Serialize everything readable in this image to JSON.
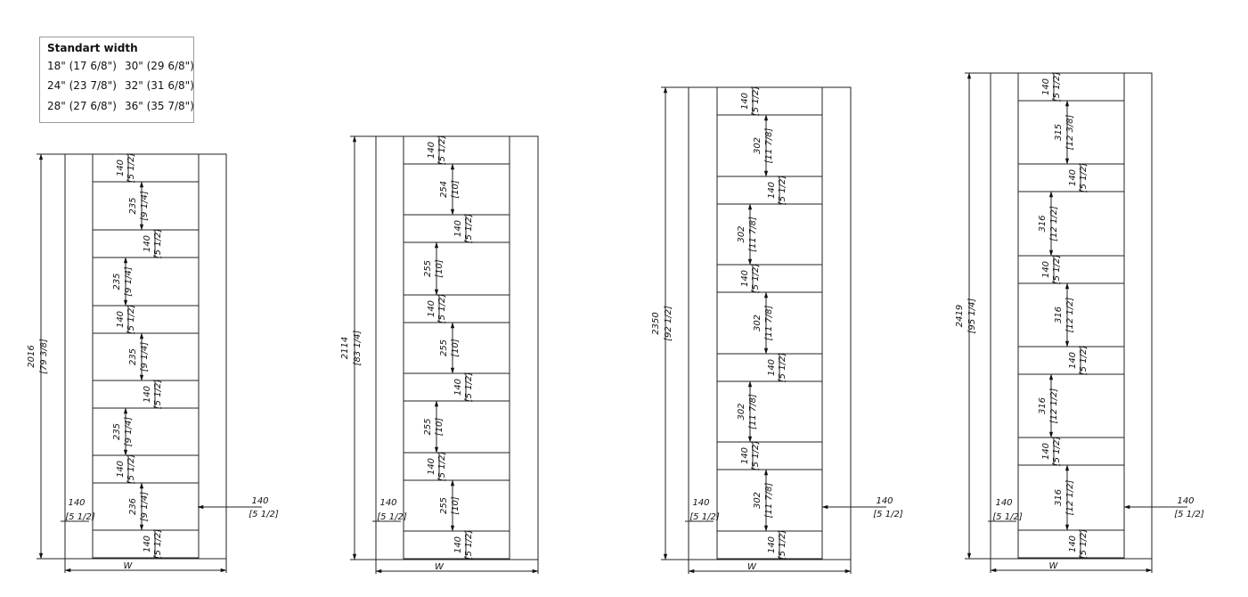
{
  "legend": {
    "title": "Standart width",
    "rows": [
      [
        "18\" (17 6/8\")",
        "30\" (29 6/8\")"
      ],
      [
        "24\" (23 7/8\")",
        "32\" (31 6/8\")"
      ],
      [
        "28\" (27 6/8\")",
        "36\" (35 7/8\")"
      ]
    ]
  },
  "width_label": "W",
  "elevations": [
    {
      "height_mm": "2016",
      "height_in": "[79 3/8]",
      "side_left_mm": "140",
      "side_left_in": "[5 1/2]",
      "side_right_mm": "140",
      "side_right_in": "[5 1/2]",
      "slats_mm": "140",
      "slats_in": "[5 1/2]",
      "gaps": [
        {
          "mm": "235",
          "in": "[9 1/4]"
        },
        {
          "mm": "235",
          "in": "[9 1/4]"
        },
        {
          "mm": "235",
          "in": "[9 1/4]"
        },
        {
          "mm": "235",
          "in": "[9 1/4]"
        },
        {
          "mm": "236",
          "in": "[9 1/4]"
        }
      ]
    },
    {
      "height_mm": "2114",
      "height_in": "[83 1/4]",
      "side_left_mm": "140",
      "side_left_in": "[5 1/2]",
      "slats_mm": "140",
      "slats_in": "[5 1/2]",
      "gaps": [
        {
          "mm": "254",
          "in": "[10]"
        },
        {
          "mm": "255",
          "in": "[10]"
        },
        {
          "mm": "255",
          "in": "[10]"
        },
        {
          "mm": "255",
          "in": "[10]"
        },
        {
          "mm": "255",
          "in": "[10]"
        }
      ]
    },
    {
      "height_mm": "2350",
      "height_in": "[92 1/2]",
      "side_left_mm": "140",
      "side_left_in": "[5 1/2]",
      "side_right_mm": "140",
      "side_right_in": "[5 1/2]",
      "slats_mm": "140",
      "slats_in": "[5 1/2]",
      "gaps": [
        {
          "mm": "302",
          "in": "[11 7/8]"
        },
        {
          "mm": "302",
          "in": "[11 7/8]"
        },
        {
          "mm": "302",
          "in": "[11 7/8]"
        },
        {
          "mm": "302",
          "in": "[11 7/8]"
        },
        {
          "mm": "302",
          "in": "[11 7/8]"
        }
      ]
    },
    {
      "height_mm": "2419",
      "height_in": "[95 1/4]",
      "side_left_mm": "140",
      "side_left_in": "[5 1/2]",
      "side_right_mm": "140",
      "side_right_in": "[5 1/2]",
      "slats_mm": "140",
      "slats_in": "[5 1/2]",
      "gaps": [
        {
          "mm": "315",
          "in": "[12 3/8]"
        },
        {
          "mm": "316",
          "in": "[12 1/2]"
        },
        {
          "mm": "316",
          "in": "[12 1/2]"
        },
        {
          "mm": "316",
          "in": "[12 1/2]"
        },
        {
          "mm": "316",
          "in": "[12 1/2]"
        }
      ]
    }
  ]
}
